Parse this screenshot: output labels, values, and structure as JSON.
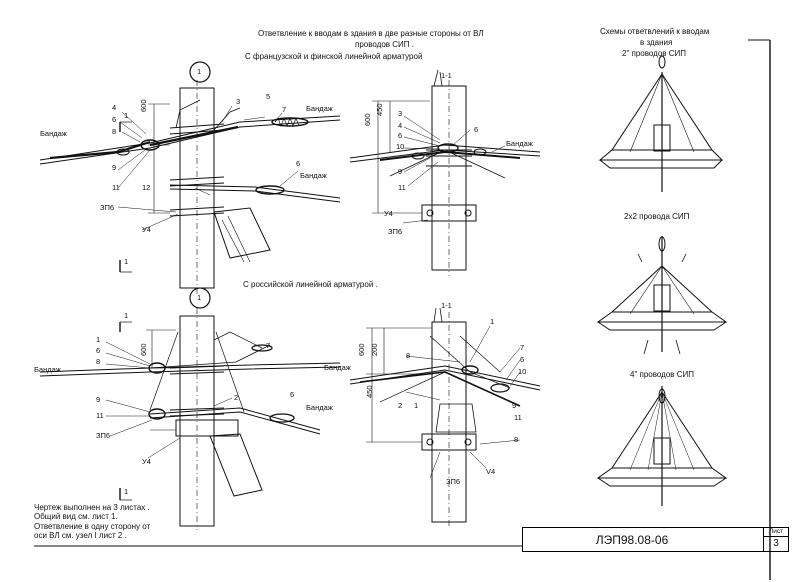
{
  "title": {
    "line1": "Ответвление к вводам в здания в две разные стороны от ВЛ",
    "line2": "проводов СИП ."
  },
  "section_top": "С французской и финской линейной арматурой",
  "section_bottom": "С российской линейной арматурой .",
  "node_number": "1",
  "section_label": "1-1",
  "side_scheme": {
    "title_line1": "Схемы ответвлений к вводам",
    "title_line2": "в здания",
    "scheme1": "2\" проводов СИП",
    "scheme2": "2x2 провода СИП",
    "scheme3": "4\" проводов СИП"
  },
  "dims": {
    "d600": "600",
    "d450": "450",
    "d600b": "600",
    "d200": "200"
  },
  "labels": {
    "bandazh": "Бандаж",
    "n1": "1",
    "n2": "2",
    "n3": "3",
    "n4": "4",
    "n5": "5",
    "n6": "6",
    "n7": "7",
    "n8": "8",
    "n9": "9",
    "n10": "10",
    "n11": "11",
    "n12": "12",
    "zp6": "ЗП6",
    "u4": "У4",
    "v4": "V4",
    "one": "1"
  },
  "notes": {
    "l1": "Чертеж выполнен на 3   листах .",
    "l2": "Общий вид см. лист 1.",
    "l3": "Ответвление в одну сторону от",
    "l4": "оси ВЛ см. узел I лист 2 ."
  },
  "stamp": {
    "code": "ЛЭП98.08-06",
    "sheet_header": "Лист",
    "sheet_number": "3"
  }
}
